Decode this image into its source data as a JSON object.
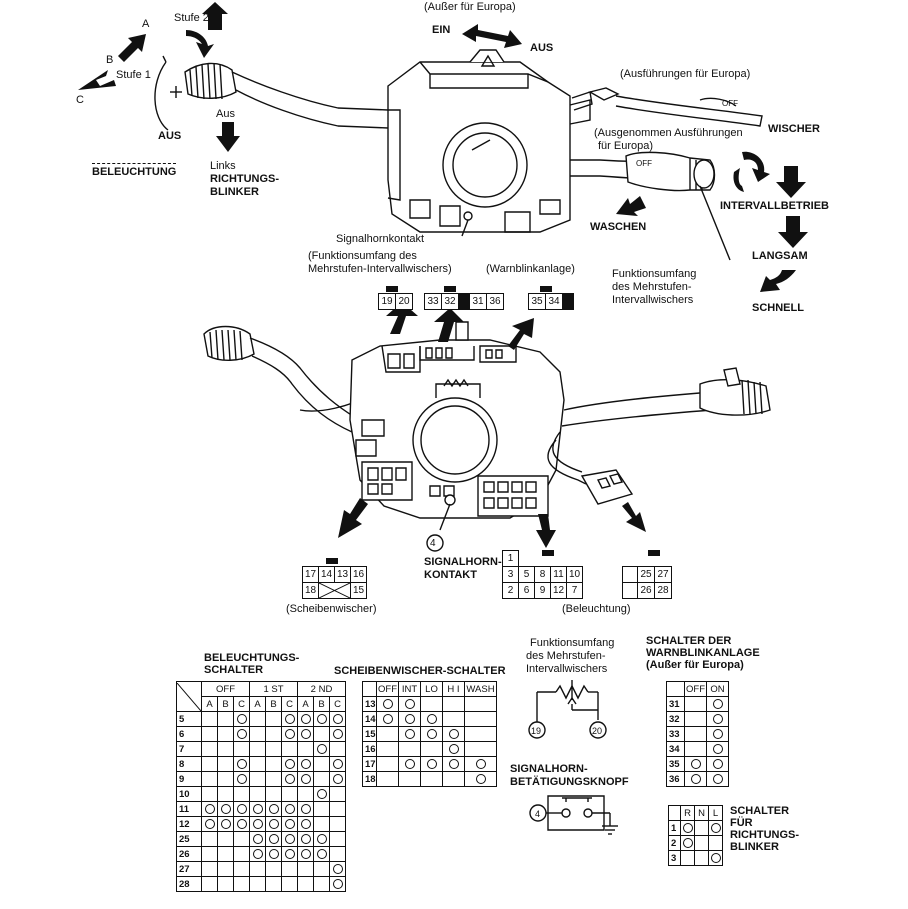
{
  "top": {
    "stufe2": "Stufe 2",
    "a": "A",
    "b": "B",
    "stufe1": "Stufe 1",
    "c": "C",
    "aus_left": "AUS",
    "beleuchtung": "BELEUCHTUNG",
    "aus_small": "Aus",
    "links": "Links",
    "richtungs": "RICHTUNGS-",
    "blinker": "BLINKER",
    "ausser_europa": "(Außer für Europa)",
    "ein": "EIN",
    "aus_right": "AUS",
    "ausfuehrungen_europa": "(Ausführungen für Europa)",
    "ausgenommen_1": "(Ausgenommen Ausführungen",
    "ausgenommen_2": "für Europa)",
    "wischer": "WISCHER",
    "off_label": "OFF",
    "intervallbetrieb": "INTERVALLBETRIEB",
    "langsam": "LANGSAM",
    "schnell": "SCHNELL",
    "waschen": "WASCHEN",
    "signalhornkontakt": "Signalhornkontakt",
    "funktion_1": "Funktionsumfang",
    "funktion_2": "des Mehrstufen-",
    "funktion_3": "Intervallwischers"
  },
  "connectors": {
    "mehrstufen_label_1": "(Funktionsumfang des",
    "mehrstufen_label_2": "Mehrstufen-Intervallwischers)",
    "warnblink_label": "(Warnblinkanlage)",
    "c1": [
      "19",
      "20"
    ],
    "c2": [
      "33",
      "32",
      "31",
      "36"
    ],
    "c3": [
      "35",
      "34"
    ],
    "wiper_row1": [
      "17",
      "14",
      "13",
      "16"
    ],
    "wiper_row2": [
      "18",
      "15"
    ],
    "scheibenwischer_label": "(Scheibenwischer)",
    "signalhorn_num": "4",
    "signalhorn_1": "SIGNALHORN-",
    "signalhorn_2": "KONTAKT",
    "light_top": "1",
    "light_row1": [
      "3",
      "5",
      "8",
      "11",
      "10"
    ],
    "light_row2": [
      "2",
      "6",
      "9",
      "12",
      "7"
    ],
    "beleuchtung_label": "(Beleuchtung)",
    "small_row1": [
      "25",
      "27"
    ],
    "small_row2": [
      "26",
      "28"
    ]
  },
  "beleuchtung_table": {
    "title": "BELEUCHTUNGS-\nSCHALTER",
    "groups": [
      "OFF",
      "1 ST",
      "2 ND"
    ],
    "sub": [
      "A",
      "B",
      "C",
      "A",
      "B",
      "C",
      "A",
      "B",
      "C"
    ],
    "rows": [
      "5",
      "6",
      "7",
      "8",
      "9",
      "10",
      "11",
      "12",
      "25",
      "26",
      "27",
      "28"
    ]
  },
  "wischer_table": {
    "title": "SCHEIBENWISCHER-SCHALTER",
    "cols": [
      "OFF",
      "INT",
      "LO",
      "H I",
      "WASH"
    ],
    "rows": [
      "13",
      "14",
      "15",
      "16",
      "17",
      "18"
    ]
  },
  "mehrstufen_diag": {
    "title_1": "Funktionsumfang",
    "title_2": "des Mehrstufen-",
    "title_3": "Intervallwischers",
    "pin_a": "19",
    "pin_b": "20"
  },
  "signalhorn_diag": {
    "title_1": "SIGNALHORN-",
    "title_2": "BETÄTIGUNGSKNOPF",
    "pin": "4"
  },
  "warnblink_table": {
    "title": "SCHALTER DER\nWARNBLINKANLAGE\n(Außer für Europa)",
    "cols": [
      "OFF",
      "ON"
    ],
    "rows": [
      "31",
      "32",
      "33",
      "34",
      "35",
      "36"
    ]
  },
  "richtung_table": {
    "title": "SCHALTER\nFÜR\nRICHTUNGS-\nBLINKER",
    "cols": [
      "R",
      "N",
      "L"
    ],
    "rows": [
      "1",
      "2",
      "3"
    ]
  }
}
